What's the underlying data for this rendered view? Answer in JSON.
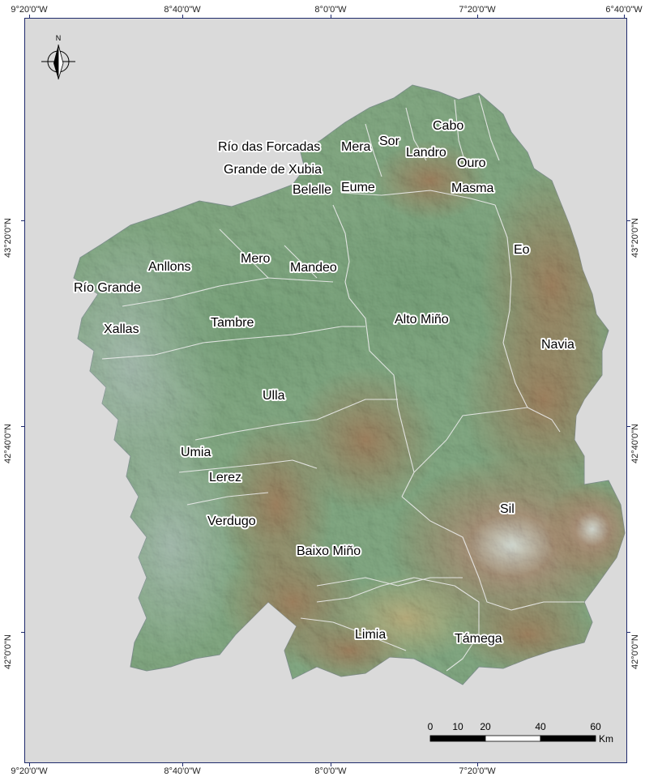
{
  "coords": {
    "top": [
      "9°20'0\"W",
      "8°40'0\"W",
      "8°0'0\"W",
      "7°20'0\"W",
      "6°40'0\"W"
    ],
    "bottom": [
      "9°20'0\"W",
      "8°40'0\"W",
      "8°0'0\"W",
      "7°20'0\"W"
    ],
    "left": [
      "43°20'0\"N",
      "42°40'0\"N",
      "42°0'0\"N"
    ],
    "right": [
      "43°20'0\"N",
      "42°40'0\"N",
      "42°0'0\"N"
    ]
  },
  "north_arrow": {
    "label": "N"
  },
  "rivers": {
    "cabo": "Cabo",
    "sor": "Sor",
    "forcadas": "Río das Forcadas",
    "mera": "Mera",
    "landro": "Landro",
    "ouro": "Ouro",
    "xubia": "Grande de Xubia",
    "belelle": "Belelle",
    "eume": "Eume",
    "masma": "Masma",
    "eo": "Eo",
    "anllons": "Anllons",
    "mero": "Mero",
    "mandeo": "Mandeo",
    "rio_grande": "Río Grande",
    "tambre": "Tambre",
    "alto_mino": "Alto Miño",
    "xallas": "Xallas",
    "navia": "Navia",
    "ulla": "Ulla",
    "umia": "Umia",
    "lerez": "Lerez",
    "sil": "Sil",
    "verdugo": "Verdugo",
    "baixo_mino": "Baixo Miño",
    "limia": "Limia",
    "tamega": "Támega"
  },
  "scale_bar": {
    "ticks": [
      "0",
      "10",
      "20",
      "40",
      "60"
    ],
    "unit": "Km"
  },
  "colors": {
    "background": "#dadada",
    "frame": "#1f2a6b",
    "lowland": "#6f9f7a",
    "midland": "#8fb07a",
    "highland": "#a7704e",
    "peak": "#f2f2f2",
    "coast": "#b6c7c7"
  }
}
